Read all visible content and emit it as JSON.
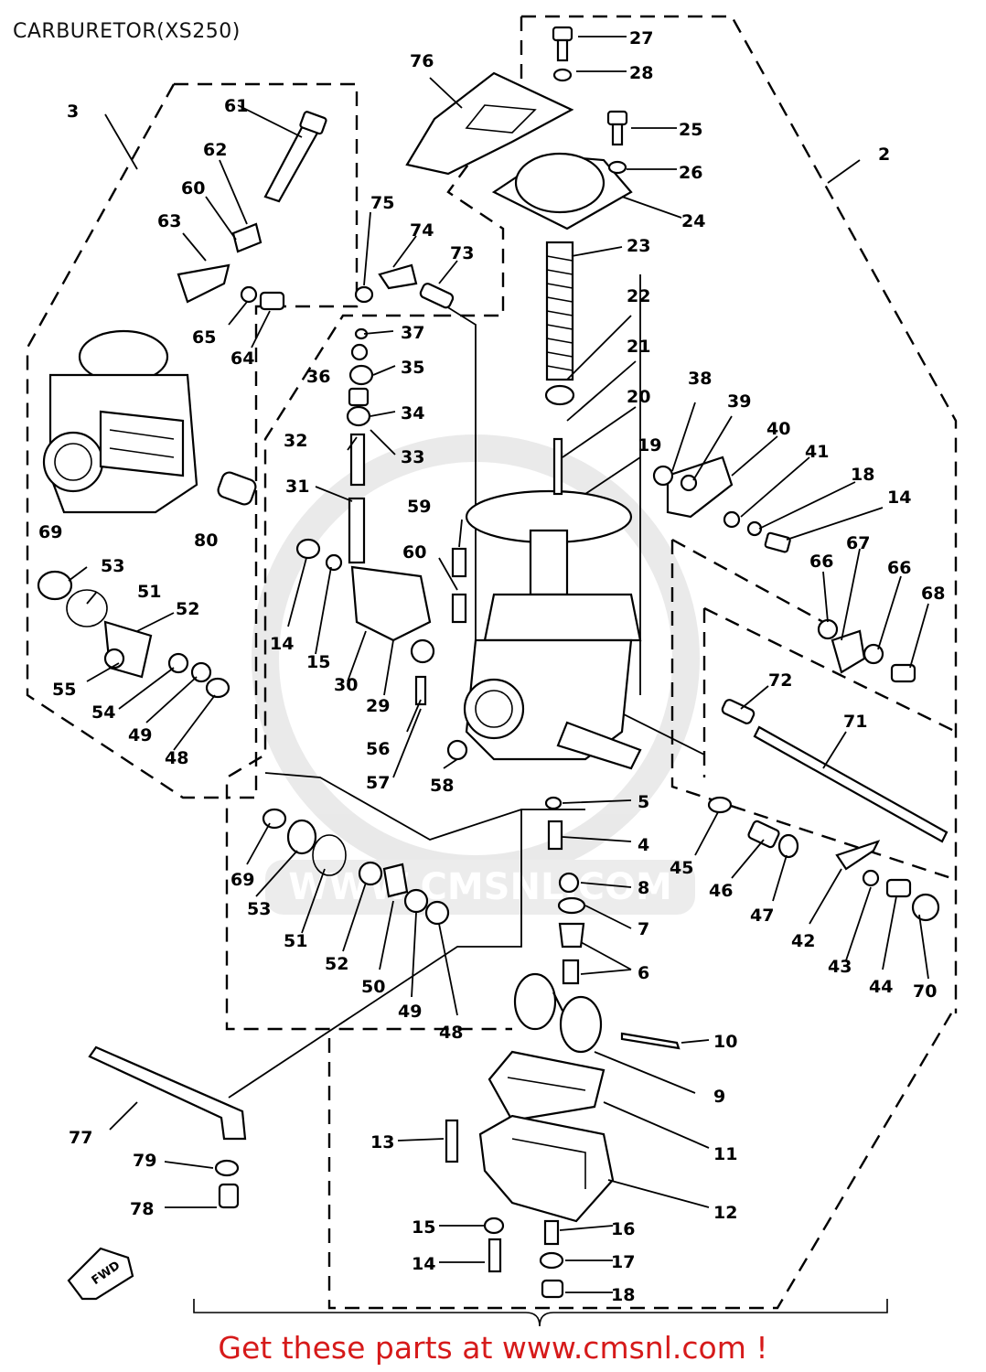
{
  "title": "CARBURETOR(XS250)",
  "footer": "Get these parts at www.cmsnl.com !",
  "labels": {
    "l2": "2",
    "l3": "3",
    "l4": "4",
    "l5": "5",
    "l6": "6",
    "l7": "7",
    "l8": "8",
    "l9": "9",
    "l10": "10",
    "l11": "11",
    "l12": "12",
    "l13": "13",
    "l14a": "14",
    "l14b": "14",
    "l14c": "14",
    "l15a": "15",
    "l15b": "15",
    "l16": "16",
    "l17": "17",
    "l18a": "18",
    "l18b": "18",
    "l19": "19",
    "l20": "20",
    "l21": "21",
    "l22": "22",
    "l23": "23",
    "l24": "24",
    "l25": "25",
    "l26": "26",
    "l27": "27",
    "l28": "28",
    "l29": "29",
    "l30": "30",
    "l31": "31",
    "l32": "32",
    "l33": "33",
    "l34": "34",
    "l35": "35",
    "l36": "36",
    "l37": "37",
    "l38": "38",
    "l39": "39",
    "l40": "40",
    "l41": "41",
    "l42": "42",
    "l43": "43",
    "l44": "44",
    "l45": "45",
    "l46": "46",
    "l47": "47",
    "l48a": "48",
    "l48b": "48",
    "l49a": "49",
    "l49b": "49",
    "l50": "50",
    "l51a": "51",
    "l51b": "51",
    "l52a": "52",
    "l52b": "52",
    "l53a": "53",
    "l53b": "53",
    "l55": "55",
    "l54": "54",
    "l56": "56",
    "l57": "57",
    "l58": "58",
    "l59": "59",
    "l60a": "60",
    "l60b": "60",
    "l61": "61",
    "l62": "62",
    "l63": "63",
    "l64": "64",
    "l65": "65",
    "l66a": "66",
    "l66b": "66",
    "l67": "67",
    "l68": "68",
    "l69a": "69",
    "l69b": "69",
    "l70": "70",
    "l71": "71",
    "l72": "72",
    "l73": "73",
    "l74": "74",
    "l75": "75",
    "l76": "76",
    "l77": "77",
    "l78": "78",
    "l79": "79",
    "l80": "80"
  },
  "fwd_label": "FWD",
  "watermark_text": "WWW.CMSNL.COM"
}
